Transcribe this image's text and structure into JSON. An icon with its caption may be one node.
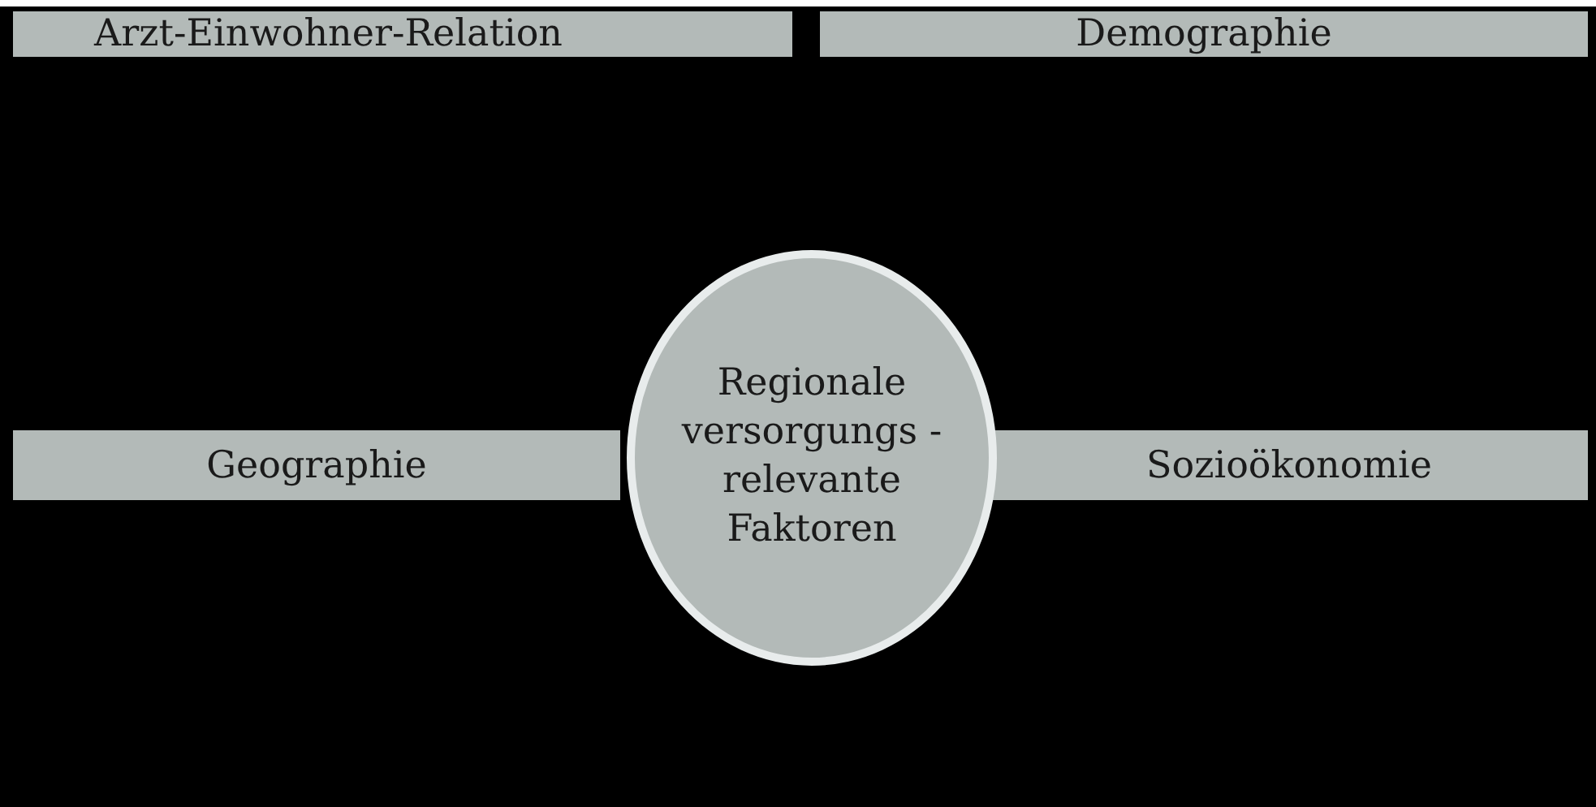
{
  "diagram": {
    "nodes": [
      {
        "text": [
          "Arzt-Einwohner-Relation"
        ]
      },
      {
        "text": [
          "Demographie"
        ]
      },
      {
        "text": [
          "Geographie"
        ]
      },
      {
        "text": [
          "Regionale versorgungs -relevante Faktoren"
        ]
      },
      {
        "text": [
          "Sozioökonomie"
        ]
      }
    ]
  }
}
